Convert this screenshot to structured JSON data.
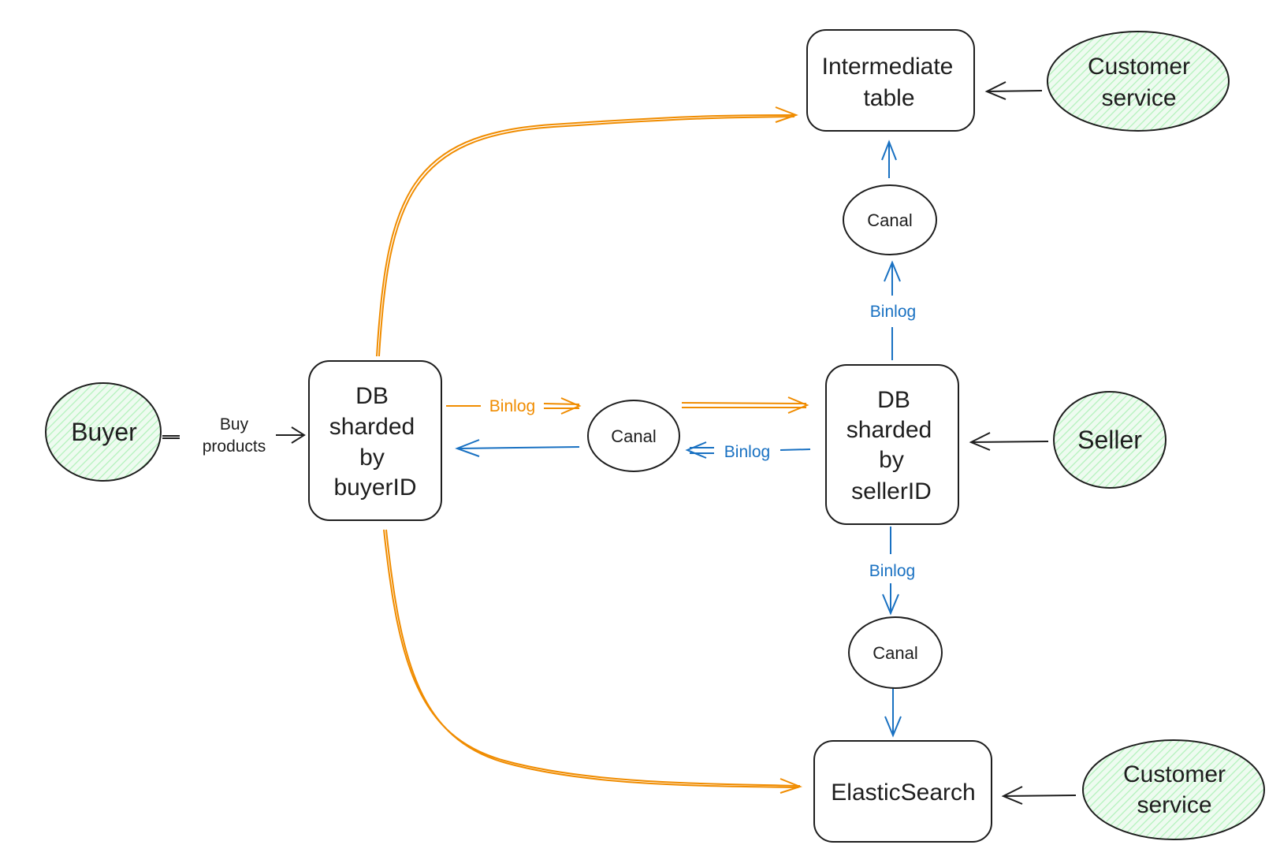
{
  "nodes": {
    "intermediate_table": {
      "line1": "Intermediate",
      "line2": "table"
    },
    "customer_service_top": {
      "line1": "Customer",
      "line2": "service"
    },
    "canal_top": {
      "label": "Canal"
    },
    "buyer": {
      "label": "Buyer"
    },
    "db_buyer": {
      "line1": "DB",
      "line2": "sharded",
      "line3": "by",
      "line4": "buyerID"
    },
    "canal_middle": {
      "label": "Canal"
    },
    "db_seller": {
      "line1": "DB",
      "line2": "sharded",
      "line3": "by",
      "line4": "sellerID"
    },
    "seller": {
      "label": "Seller"
    },
    "canal_bottom": {
      "label": "Canal"
    },
    "elasticsearch": {
      "label": "ElasticSearch"
    },
    "customer_service_bottom": {
      "line1": "Customer",
      "line2": "service"
    }
  },
  "edge_labels": {
    "buy_products_line1": "Buy",
    "buy_products_line2": "products",
    "binlog_orange": "Binlog",
    "binlog_blue_middle": "Binlog",
    "binlog_blue_top": "Binlog",
    "binlog_blue_bottom": "Binlog"
  },
  "colors": {
    "orange_flow": "#f08c00",
    "blue_flow": "#1971c2",
    "actor_fill": "#d3f9d8",
    "stroke": "#1e1e1e"
  }
}
